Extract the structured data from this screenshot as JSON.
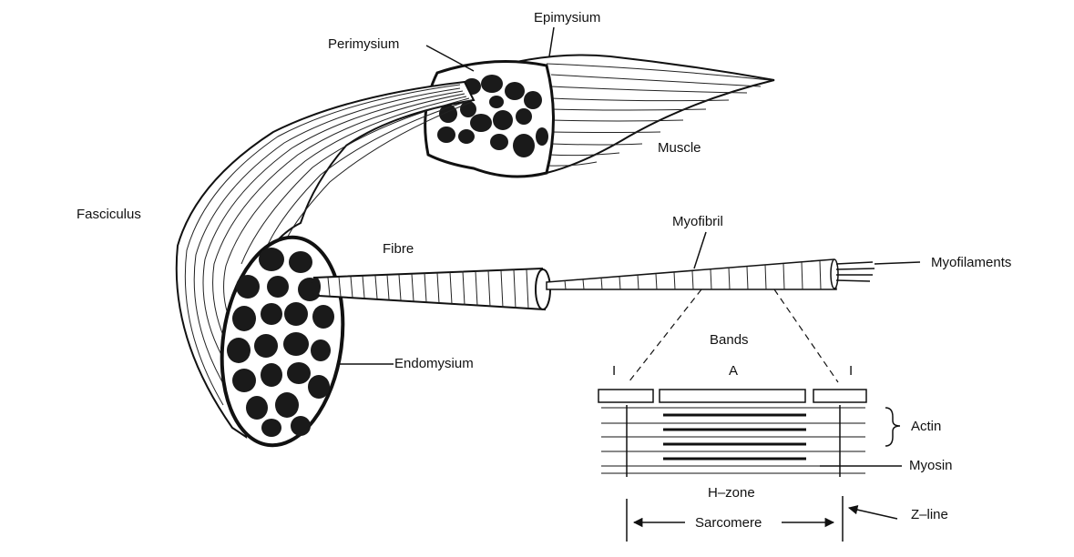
{
  "labels": {
    "epimysium": "Epimysium",
    "perimysium": "Perimysium",
    "muscle": "Muscle",
    "fasciculus": "Fasciculus",
    "fibre": "Fibre",
    "myofibril": "Myofibril",
    "myofilaments": "Myofilaments",
    "endomysium": "Endomysium",
    "bands": "Bands",
    "band_i_left": "I",
    "band_a": "A",
    "band_i_right": "I",
    "actin": "Actin",
    "myosin": "Myosin",
    "h_zone": "H–zone",
    "sarcomere": "Sarcomere",
    "z_line": "Z–line"
  }
}
